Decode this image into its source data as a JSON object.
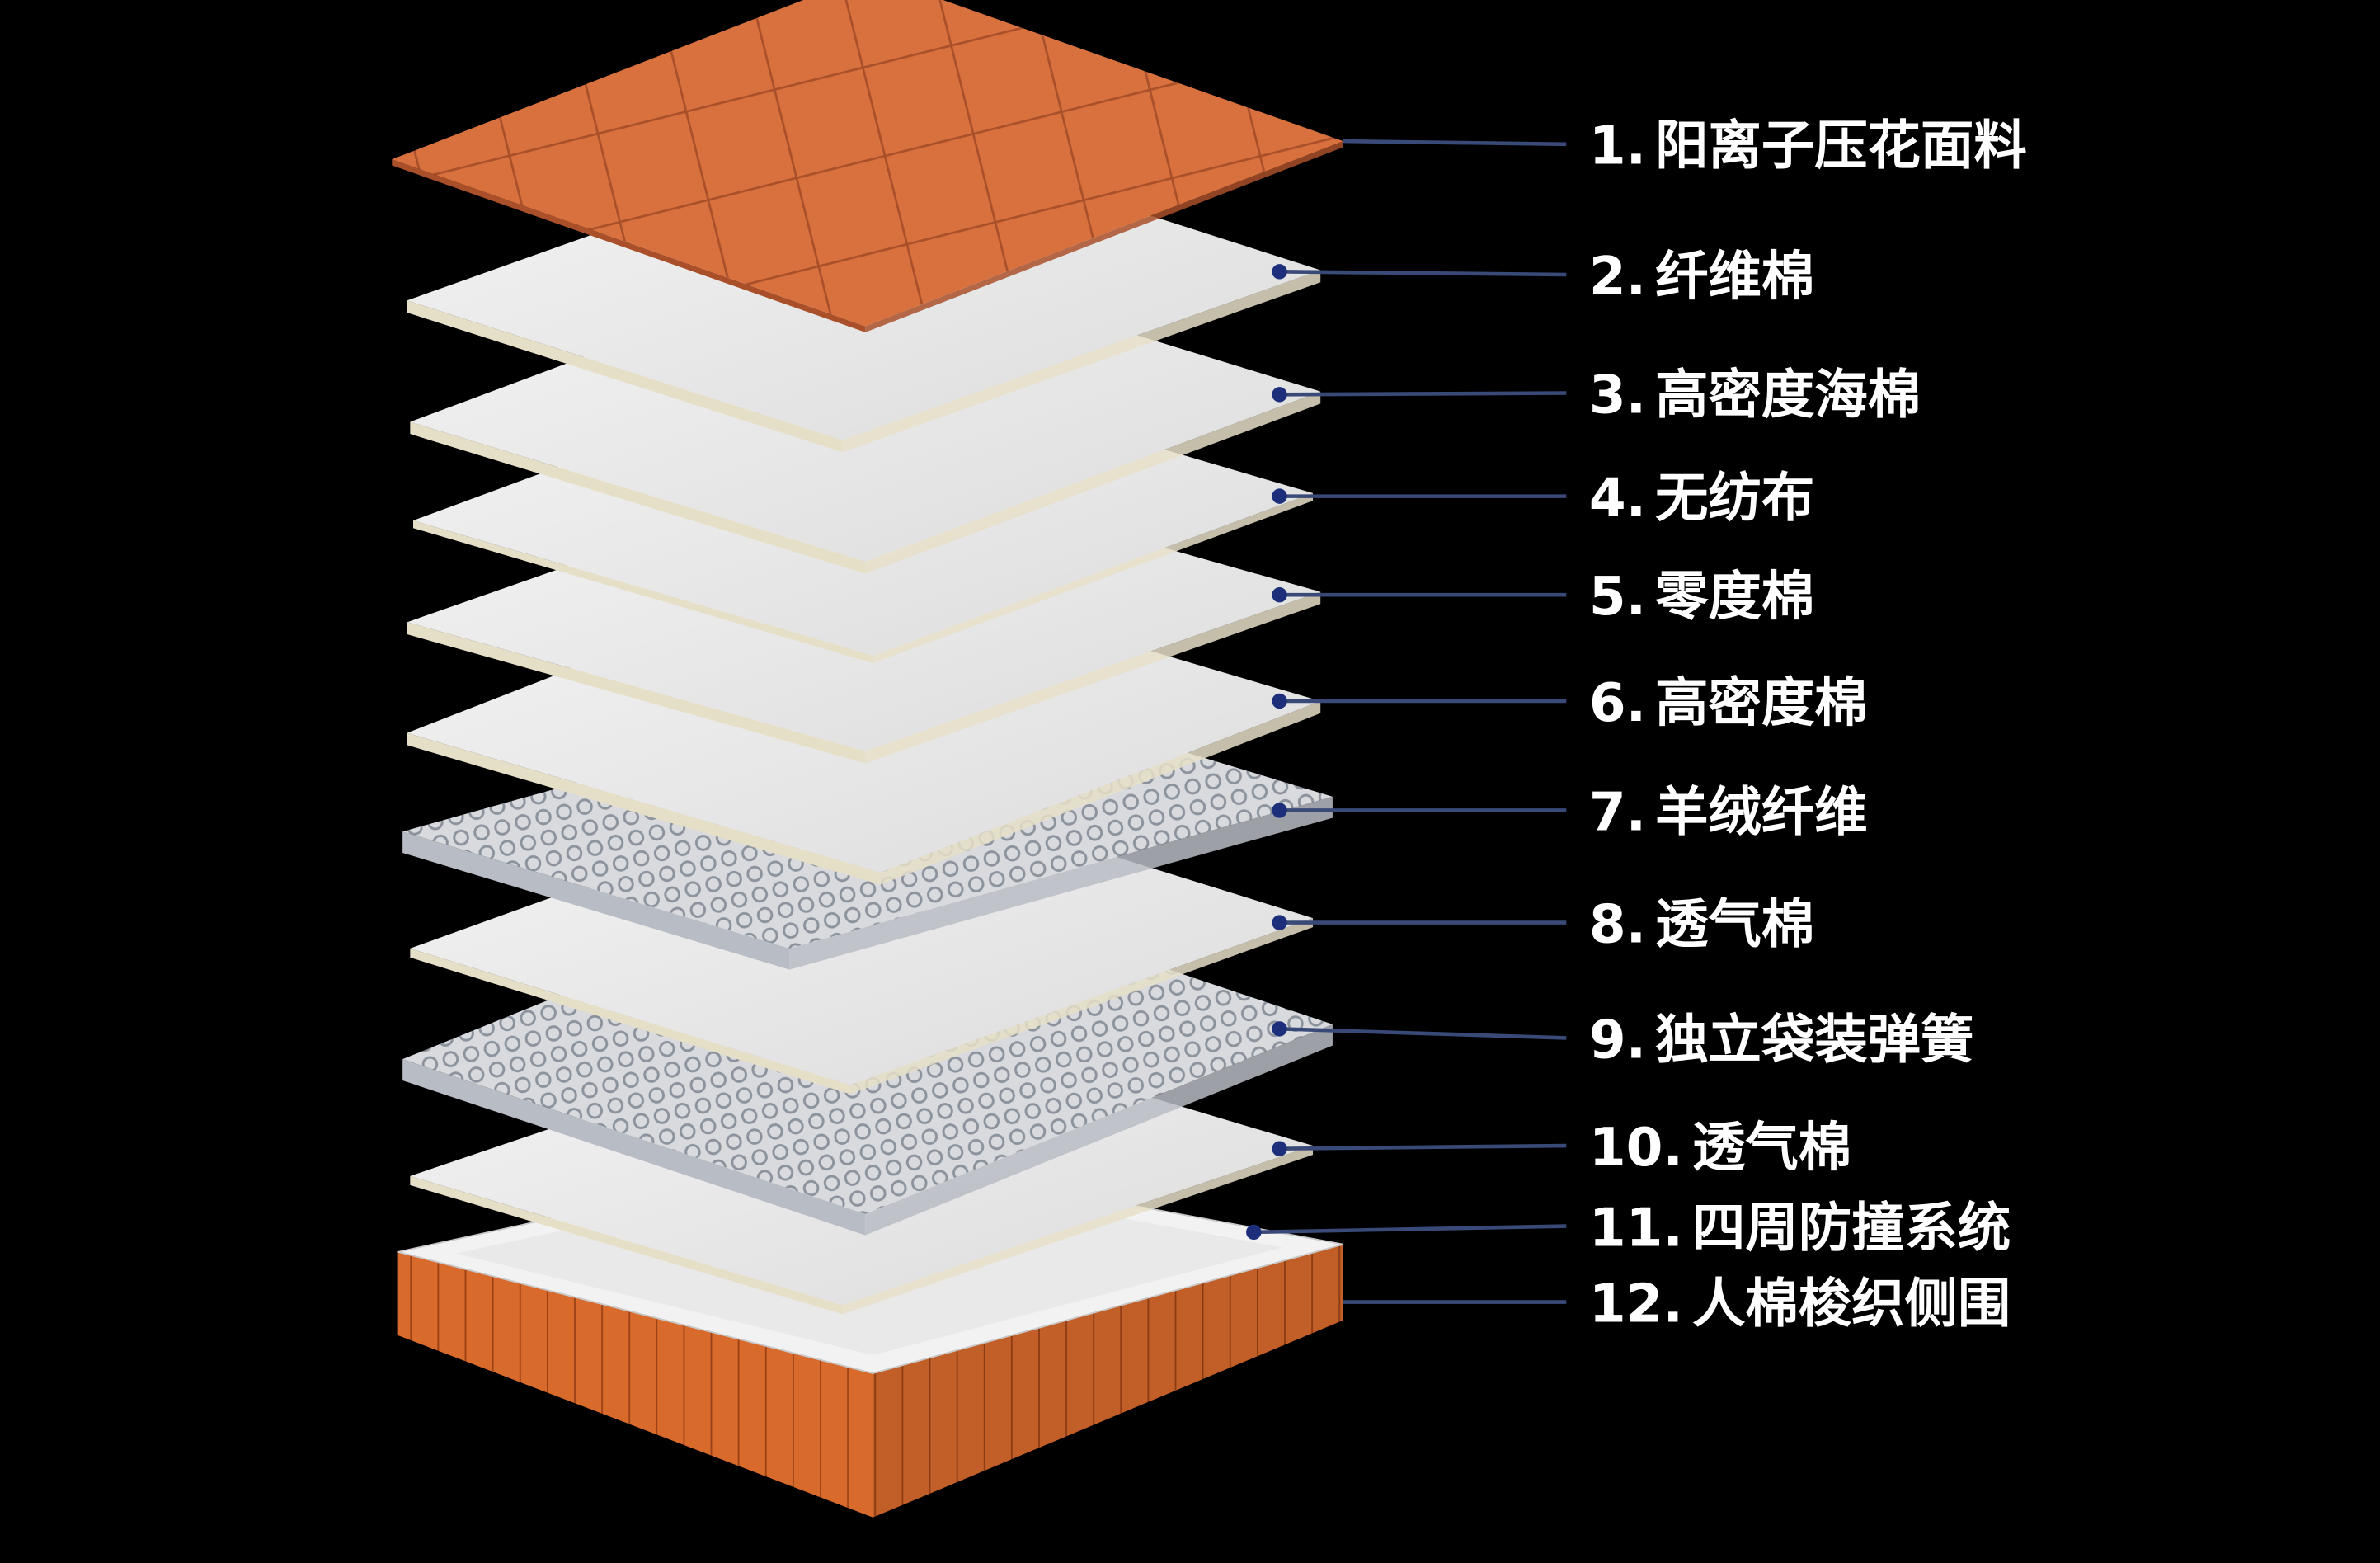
{
  "title": "Mattress layer structure",
  "colors": {
    "background": "#000000",
    "fabric": "#d9713e",
    "leader_line": "#3a4a78",
    "dot": "#1d2f7a",
    "label": "#ffffff"
  },
  "layers": [
    {
      "number": "1.",
      "name": "阳离子压花面料",
      "kind": "fabric"
    },
    {
      "number": "2.",
      "name": "纤维棉",
      "kind": "sheet"
    },
    {
      "number": "3.",
      "name": "高密度海棉",
      "kind": "sheet"
    },
    {
      "number": "4.",
      "name": "无纺布",
      "kind": "sheet"
    },
    {
      "number": "5.",
      "name": "零度棉",
      "kind": "sheet"
    },
    {
      "number": "6.",
      "name": "高密度棉",
      "kind": "sheet"
    },
    {
      "number": "7.",
      "name": "羊绒纤维",
      "kind": "spring"
    },
    {
      "number": "8.",
      "name": "透气棉",
      "kind": "sheet"
    },
    {
      "number": "9.",
      "name": "独立袋装弹簧",
      "kind": "spring"
    },
    {
      "number": "10.",
      "name": "透气棉",
      "kind": "sheet"
    },
    {
      "number": "11.",
      "name": "四周防撞系统",
      "kind": "frame"
    },
    {
      "number": "12.",
      "name": "人棉梭织侧围",
      "kind": "base"
    }
  ]
}
